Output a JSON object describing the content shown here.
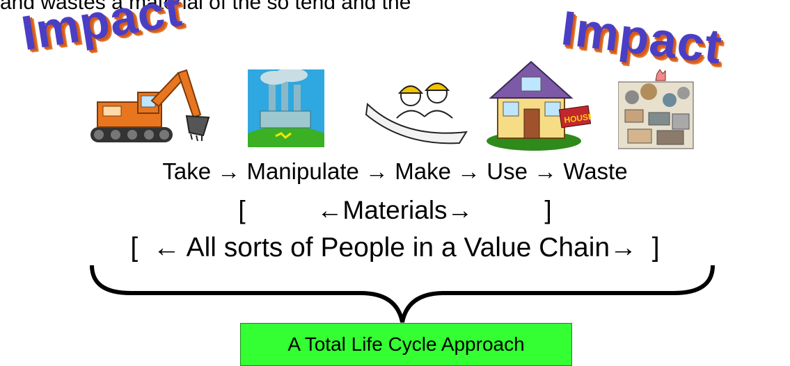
{
  "top_text": "and wastes a material of the so tend and the",
  "impact_left": "Impact",
  "impact_right": "Impact",
  "icons": [
    "excavator-icon",
    "factory-pollution-icon",
    "engineers-blueprint-icon",
    "house-open-house-icon",
    "waste-pile-icon"
  ],
  "open_house_sign": "HOUSE",
  "flow_line": "Take → Manipulate → Make → Use → Waste",
  "materials_line": "[          ←Materials→          ]",
  "people_line": "[  ← All sorts of People in a Value Chain→  ]",
  "cta_label": "A Total Life Cycle Approach"
}
